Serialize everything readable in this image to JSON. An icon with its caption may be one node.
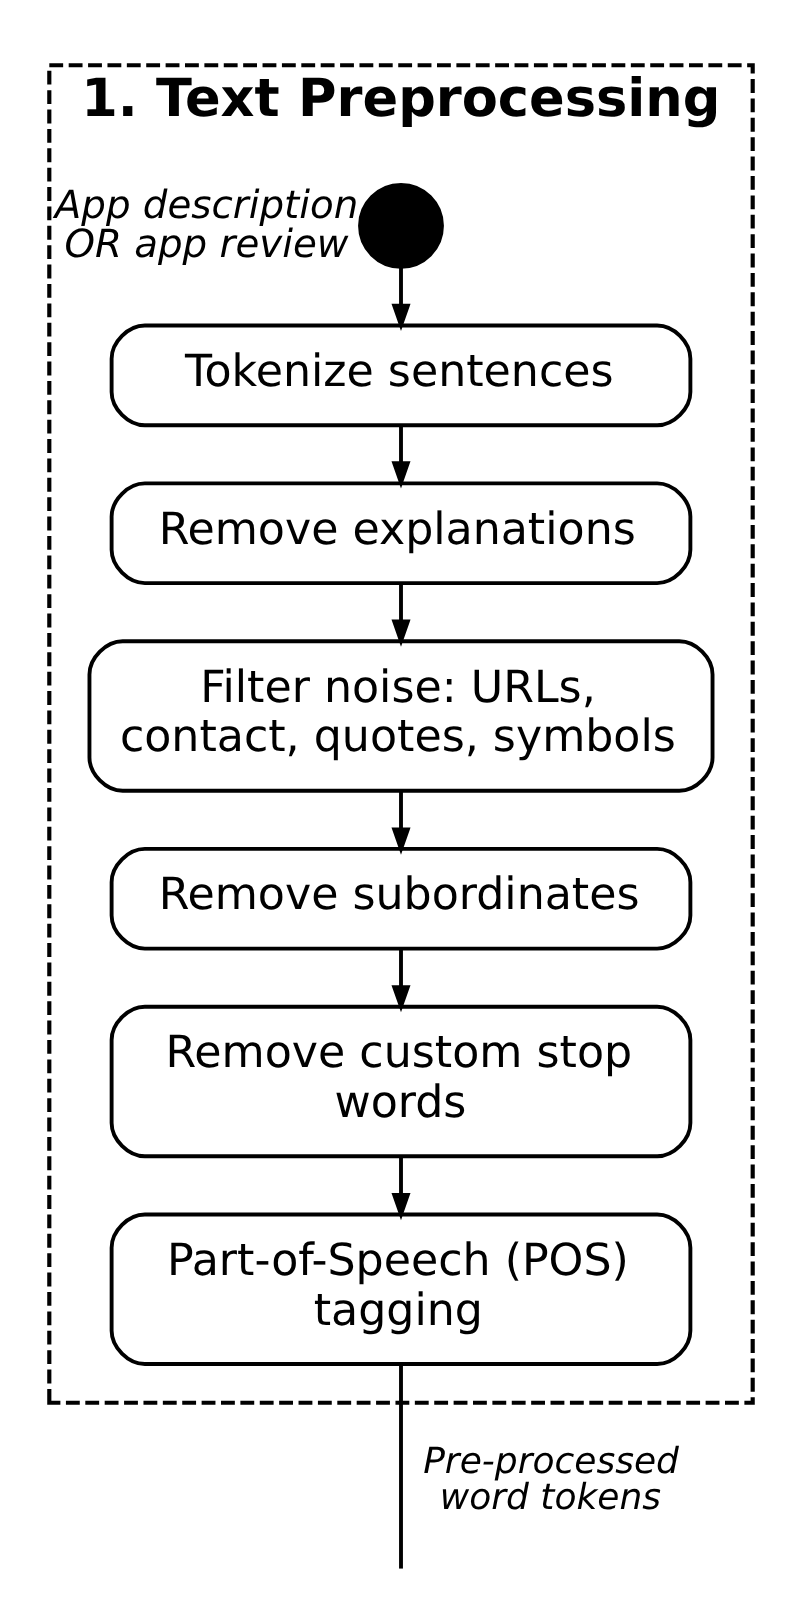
{
  "diagram": {
    "nodes": [
      {
        "text": [
          "1. Text Preprocessing"
        ]
      },
      {
        "text": [],
        "shape": "circle",
        "in": 0,
        "beside": [
          "App description OR app review"
        ]
      },
      {
        "text": [
          "Tokenize sentences"
        ],
        "in": 0
      },
      {
        "text": [
          "Remove explanations"
        ],
        "in": 0
      },
      {
        "text": [
          "Filter noise: URLs, contact, quotes, symbols"
        ],
        "in": 0
      },
      {
        "text": [
          "Remove subordinates"
        ],
        "in": 0
      },
      {
        "text": [
          "Remove custom stop words"
        ],
        "in": 0
      },
      {
        "text": [
          "Part-of-Speech (POS) tagging"
        ],
        "in": 0
      }
    ],
    "edges": [
      {
        "from": 1,
        "to": 2,
        "arrow": "to"
      },
      {
        "from": 2,
        "to": 3,
        "arrow": "to"
      },
      {
        "from": 3,
        "to": 4,
        "arrow": "to"
      },
      {
        "from": 4,
        "to": 5,
        "arrow": "to"
      },
      {
        "from": 5,
        "to": 6,
        "arrow": "to"
      },
      {
        "from": 6,
        "to": 7,
        "arrow": "to"
      },
      {
        "from": 7,
        "to": null,
        "arrow": "none",
        "label": "Pre-processed word tokens"
      }
    ]
  }
}
